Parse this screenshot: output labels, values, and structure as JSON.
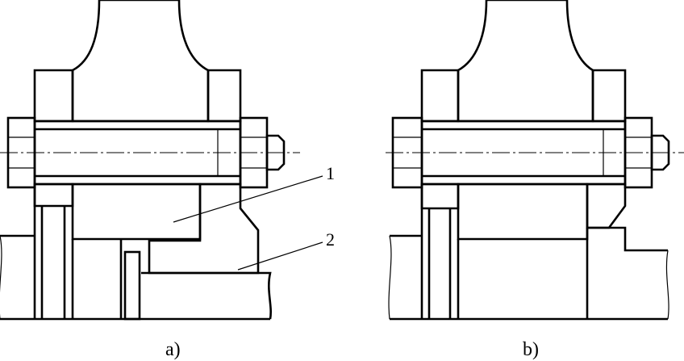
{
  "figure": {
    "views": [
      {
        "id": "a",
        "caption": "a)"
      },
      {
        "id": "b",
        "caption": "b)"
      }
    ],
    "callouts": [
      {
        "number": "1"
      },
      {
        "number": "2"
      }
    ]
  }
}
